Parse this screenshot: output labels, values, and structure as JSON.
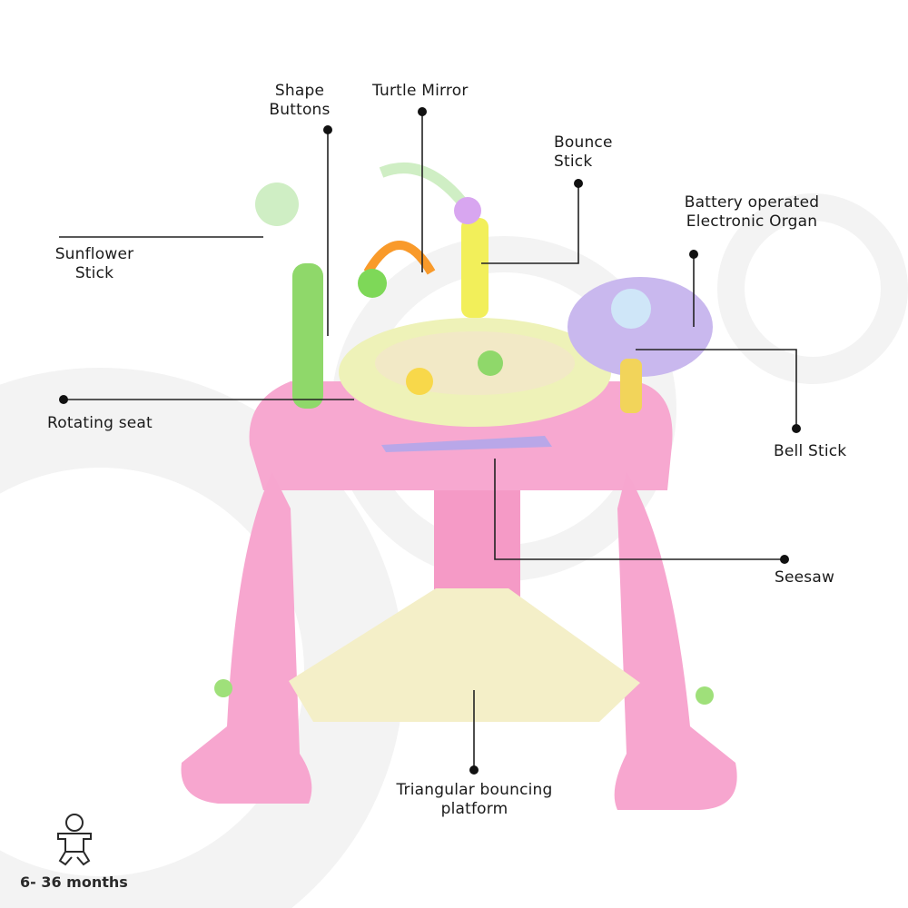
{
  "callouts": {
    "shape_buttons": "Shape Buttons",
    "turtle_mirror": "Turtle Mirror",
    "bounce_stick": "Bounce Stick",
    "electronic_organ": "Battery operated Electronic Organ",
    "sunflower_stick": "Sunflower Stick",
    "rotating_seat": "Rotating seat",
    "bell_stick": "Bell Stick",
    "seesaw": "Seesaw",
    "platform": "Triangular bouncing platform"
  },
  "age_range": "6- 36 months",
  "icons": {
    "age": "baby-icon"
  },
  "colors": {
    "body": "#f7a6cf",
    "seat": "#eef2b8",
    "platform": "#f4efc8",
    "accent": "#9fe07a",
    "bg_ring": "#f3f3f3"
  }
}
